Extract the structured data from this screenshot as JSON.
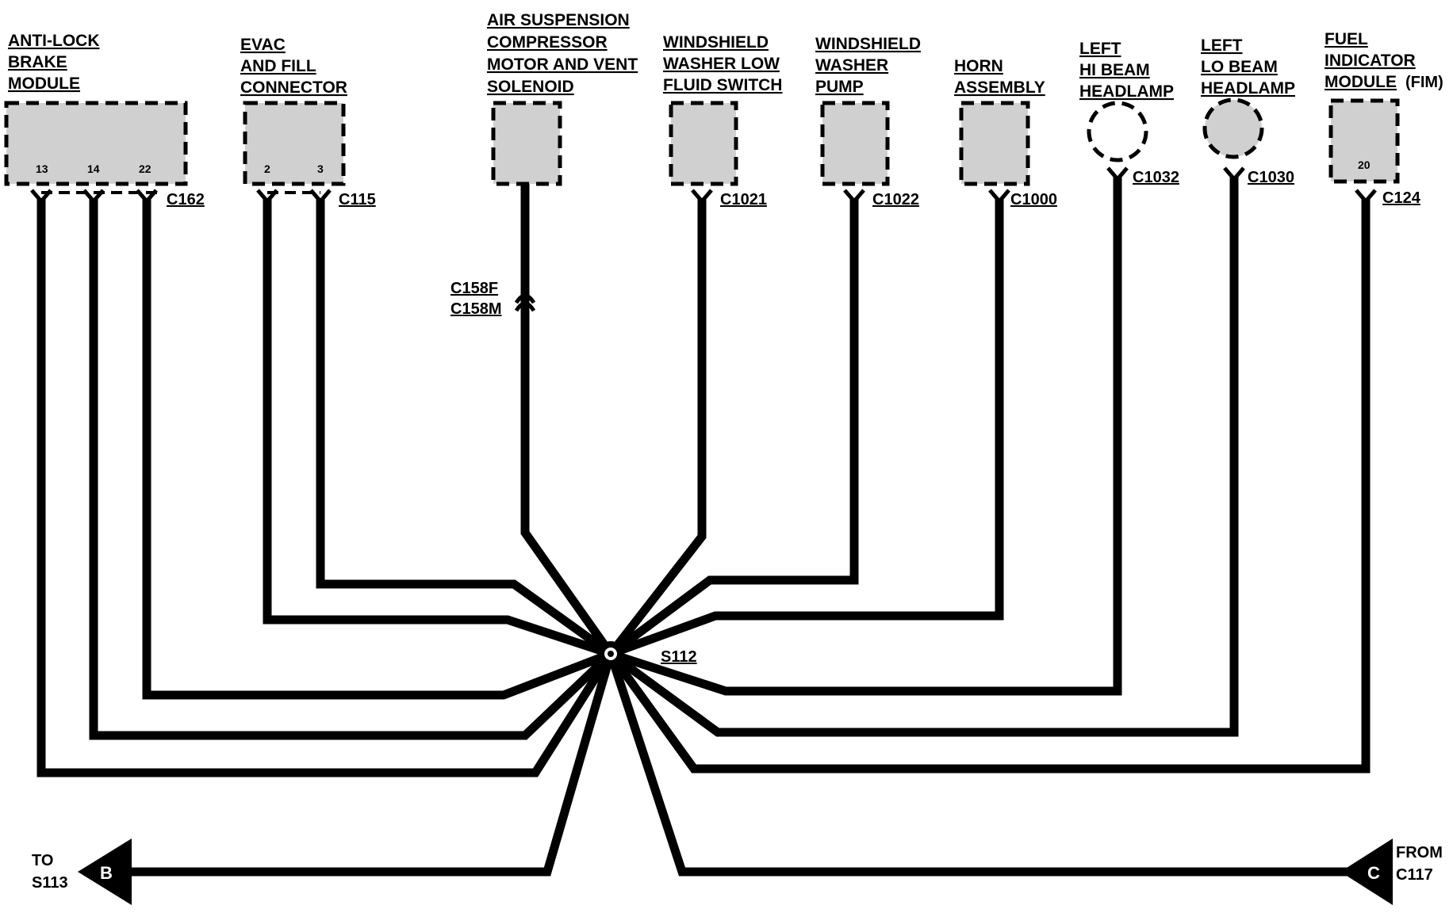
{
  "components": {
    "abs": {
      "lines": [
        "ANTI-LOCK",
        "BRAKE",
        "MODULE"
      ],
      "pins": [
        "13",
        "14",
        "22"
      ],
      "connector": "C162"
    },
    "evac": {
      "lines": [
        "EVAC",
        "AND FILL",
        "CONNECTOR"
      ],
      "pins": [
        "2",
        "3"
      ],
      "connector": "C115"
    },
    "air": {
      "lines": [
        "AIR SUSPENSION",
        "COMPRESSOR",
        "MOTOR AND VENT",
        "SOLENOID"
      ],
      "inline_connector_f": "C158F",
      "inline_connector_m": "C158M"
    },
    "wwlow": {
      "lines": [
        "WINDSHIELD",
        "WASHER LOW",
        "FLUID SWITCH"
      ],
      "connector": "C1021"
    },
    "wwpump": {
      "lines": [
        "WINDSHIELD",
        "WASHER",
        "PUMP"
      ],
      "connector": "C1022"
    },
    "horn": {
      "lines": [
        "HORN",
        "ASSEMBLY"
      ],
      "connector": "C1000"
    },
    "hibeam": {
      "lines": [
        "LEFT",
        "HI BEAM",
        "HEADLAMP"
      ],
      "connector": "C1032"
    },
    "lobeam": {
      "lines": [
        "LEFT",
        "LO BEAM",
        "HEADLAMP"
      ],
      "connector": "C1030"
    },
    "fim": {
      "lines": [
        "FUEL",
        "INDICATOR",
        "MODULE"
      ],
      "suffix": "(FIM)",
      "pins": [
        "20"
      ],
      "connector": "C124"
    }
  },
  "splice": "S112",
  "to": {
    "word": "TO",
    "target": "S113",
    "letter": "B"
  },
  "from": {
    "word": "FROM",
    "source": "C117",
    "letter": "C"
  }
}
